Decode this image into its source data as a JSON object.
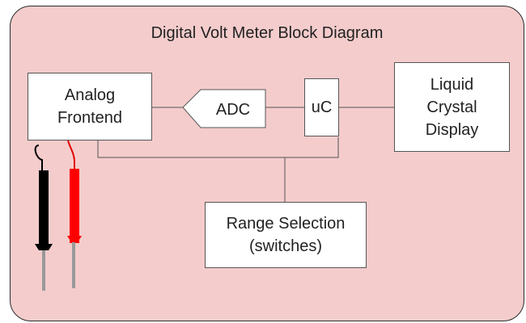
{
  "diagram": {
    "title": "Digital Volt Meter Block Diagram",
    "blocks": {
      "analog_frontend": "Analog\nFrontend",
      "adc": "ADC",
      "uc": "uC",
      "display": "Liquid\nCrystal\nDisplay",
      "range_selection": "Range Selection\n(switches)"
    },
    "colors": {
      "background": "#f4cccc",
      "block_fill": "#ffffff",
      "probe_black": "#000000",
      "probe_red": "#ff0000",
      "probe_tip": "#999999"
    }
  }
}
